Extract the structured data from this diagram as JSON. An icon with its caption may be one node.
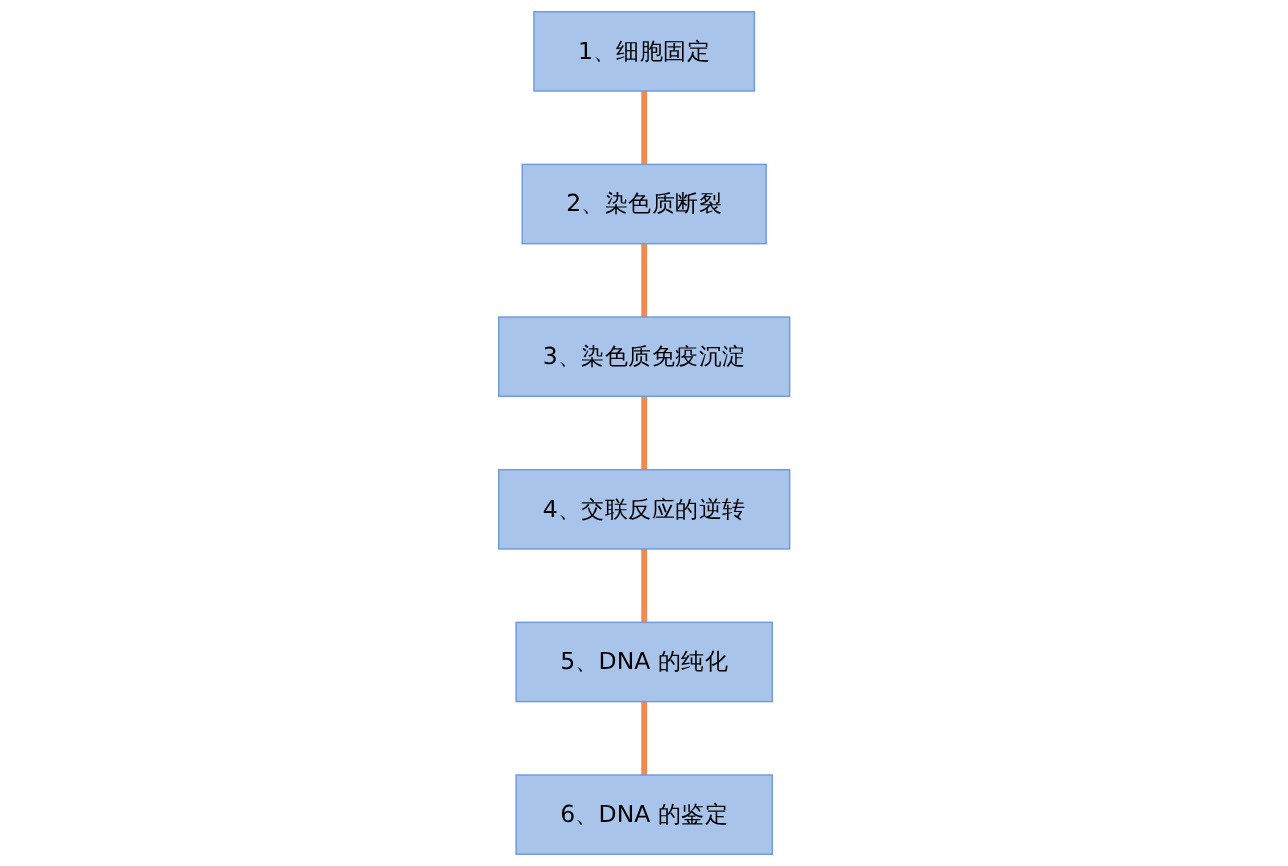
{
  "diagram": {
    "nodes": [
      {
        "text": [
          "1、细胞固定"
        ]
      },
      {
        "text": [
          "2、染色质断裂"
        ]
      },
      {
        "text": [
          "3、染色质免疫沉淀"
        ]
      },
      {
        "text": [
          "4、交联反应的逆转"
        ]
      },
      {
        "text": [
          "5、DNA 的纯化"
        ]
      },
      {
        "text": [
          "6、DNA 的鉴定"
        ]
      }
    ],
    "edges": [
      {
        "from": 0,
        "to": 1,
        "arrow": "none"
      },
      {
        "from": 1,
        "to": 2,
        "arrow": "none"
      },
      {
        "from": 2,
        "to": 3,
        "arrow": "none"
      },
      {
        "from": 3,
        "to": 4,
        "arrow": "none"
      },
      {
        "from": 4,
        "to": 5,
        "arrow": "none"
      }
    ]
  }
}
